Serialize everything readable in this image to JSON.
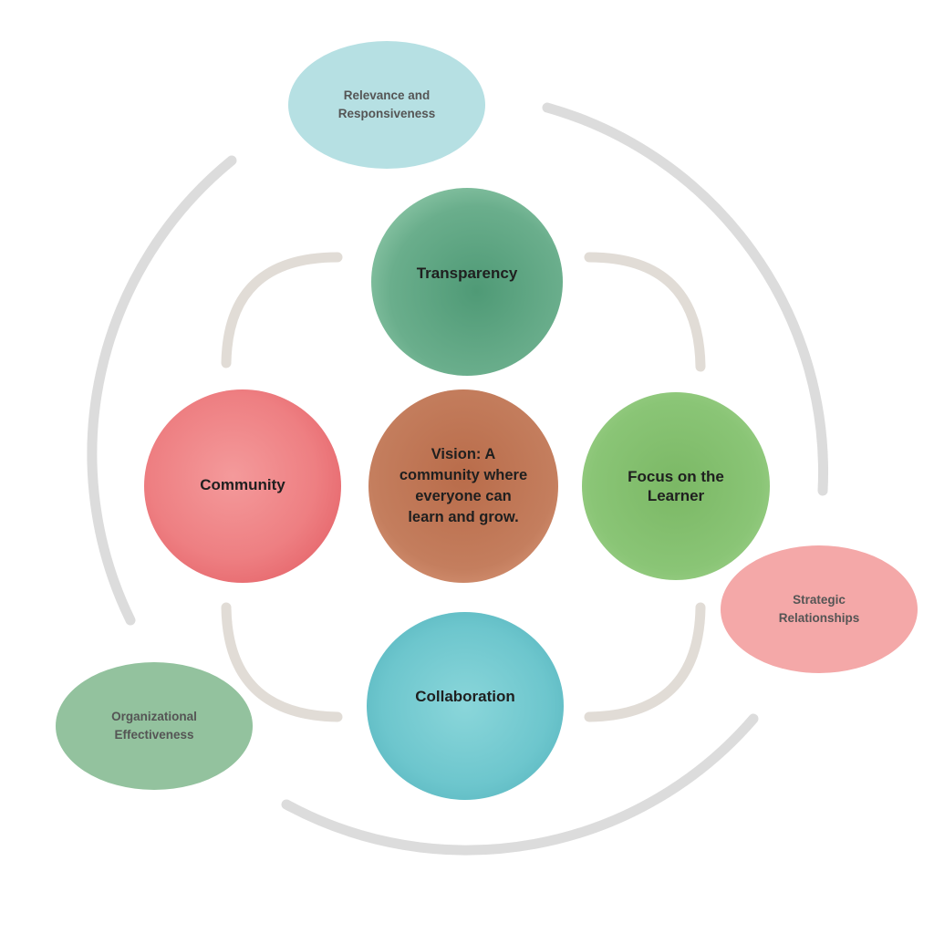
{
  "diagram": {
    "center": {
      "label": "Vision: A community where everyone can learn and grow.",
      "color": "#c07a5a"
    },
    "values": [
      {
        "key": "transparency",
        "label": "Transparency",
        "color": "#6aae8c"
      },
      {
        "key": "community",
        "label": "Community",
        "color": "#ef7a7e"
      },
      {
        "key": "focus",
        "label": "Focus on the Learner",
        "color": "#86c070"
      },
      {
        "key": "collaboration",
        "label": "Collaboration",
        "color": "#6cc5cc"
      }
    ],
    "strategic_areas": [
      {
        "key": "relevance",
        "label": "Relevance and Responsiveness",
        "color": "#b6e0e3"
      },
      {
        "key": "strategic",
        "label": "Strategic Relationships",
        "color": "#f4a8a8"
      },
      {
        "key": "organizational",
        "label": "Organizational Effectiveness",
        "color": "#93c29e"
      }
    ],
    "ring_colors": {
      "inner": "#e1dcd6",
      "outer": "#dcdcdc"
    }
  }
}
